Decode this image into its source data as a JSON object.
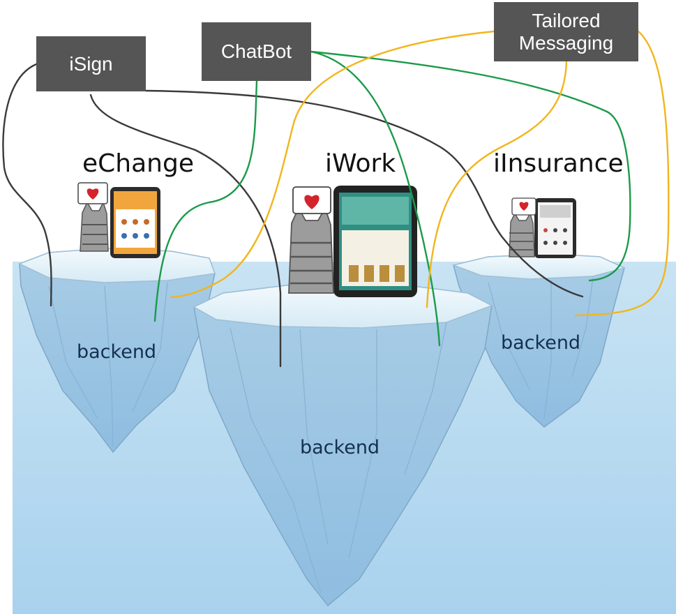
{
  "services": {
    "isign": "iSign",
    "chatbot": "ChatBot",
    "tailored": "Tailored\nMessaging"
  },
  "apps": {
    "echange": {
      "title": "eChange",
      "backend": "backend"
    },
    "iwork": {
      "title": "iWork",
      "backend": "backend"
    },
    "iinsurance": {
      "title": "iInsurance",
      "backend": "backend"
    }
  },
  "colors": {
    "box": "#555556",
    "isign_line": "#3a3a3a",
    "chatbot_line": "#1b9a4a",
    "tailored_line": "#f2b51c",
    "water": "#b9dcf0",
    "ice": "#cfe6f3"
  },
  "icons": [
    "cat-mascot-icon",
    "heart-icon",
    "tablet-icon"
  ]
}
